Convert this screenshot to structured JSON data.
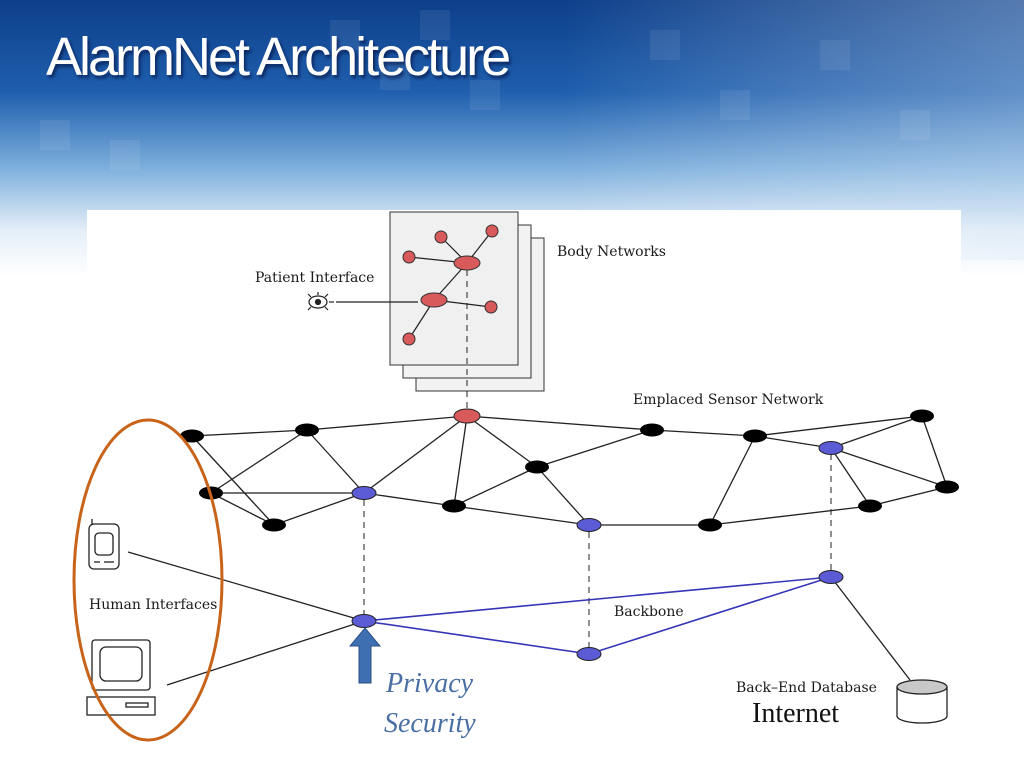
{
  "slide": {
    "title": "AlarmNet Architecture"
  },
  "diagram": {
    "labels": {
      "body_networks": "Body Networks",
      "patient_interface": "Patient Interface",
      "emplaced_sensor_network": "Emplaced Sensor Network",
      "human_interfaces": "Human Interfaces",
      "backbone": "Backbone",
      "back_end_database": "Back–End Database"
    },
    "annotations": {
      "privacy": "Privacy",
      "security": "Security",
      "internet": "Internet"
    },
    "colors": {
      "body_node": "#d85a5a",
      "sensor_node": "#000000",
      "backbone_node": "#5b5bd6",
      "backbone_link": "#3535b8",
      "highlight_ellipse": "#c8641a",
      "arrow": "#3e6fb0",
      "annotation_text": "#4a6fa5"
    },
    "icons": [
      "eye-icon",
      "pda-icon",
      "computer-icon",
      "database-icon",
      "up-arrow-icon"
    ]
  }
}
